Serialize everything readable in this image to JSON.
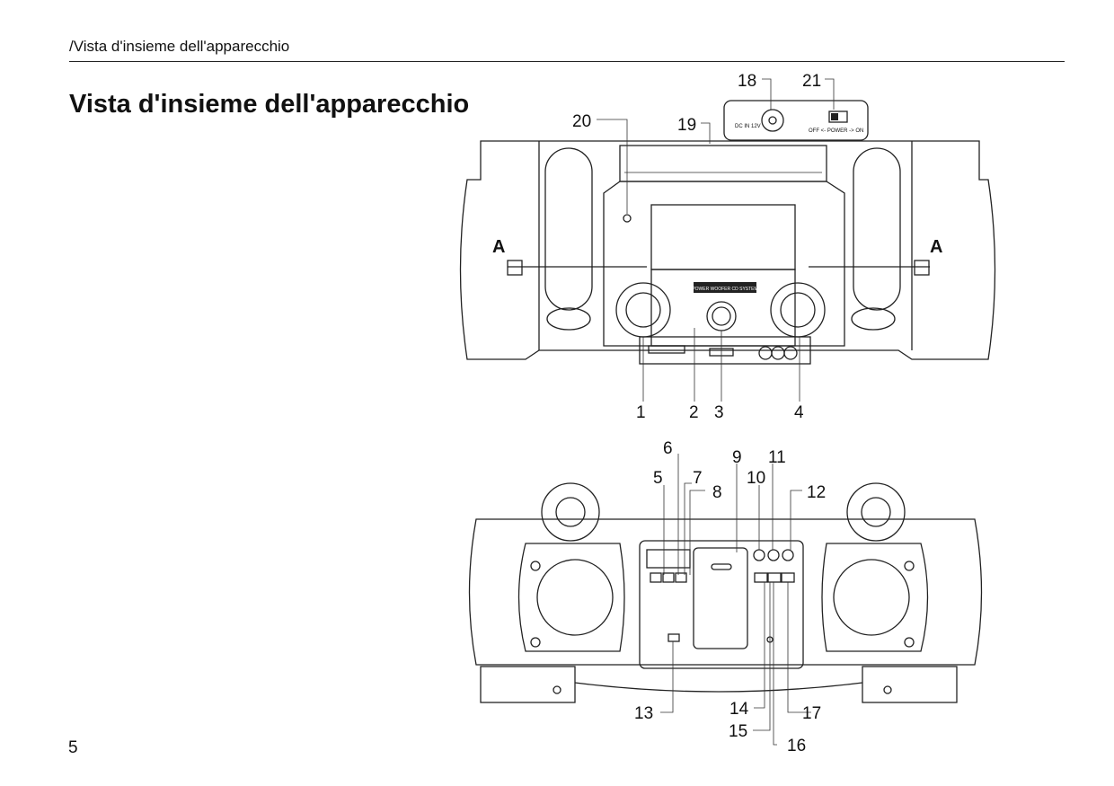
{
  "header": {
    "running_title": "/Vista d'insieme dell'apparecchio"
  },
  "page": {
    "title": "Vista d'insieme dell'apparecchio",
    "number": "5"
  },
  "front_view": {
    "callouts": [
      "1",
      "2",
      "3",
      "4",
      "18",
      "19",
      "20",
      "21"
    ],
    "section_marks": [
      "A",
      "A"
    ],
    "panel_text": {
      "dc_in": "DC IN 12V",
      "power_switch": "OFF <- POWER -> ON",
      "logo": "POWER WOOFER CD SYSTEM"
    }
  },
  "top_view": {
    "callouts": [
      "5",
      "6",
      "7",
      "8",
      "9",
      "10",
      "11",
      "12",
      "13",
      "14",
      "15",
      "16",
      "17"
    ]
  }
}
